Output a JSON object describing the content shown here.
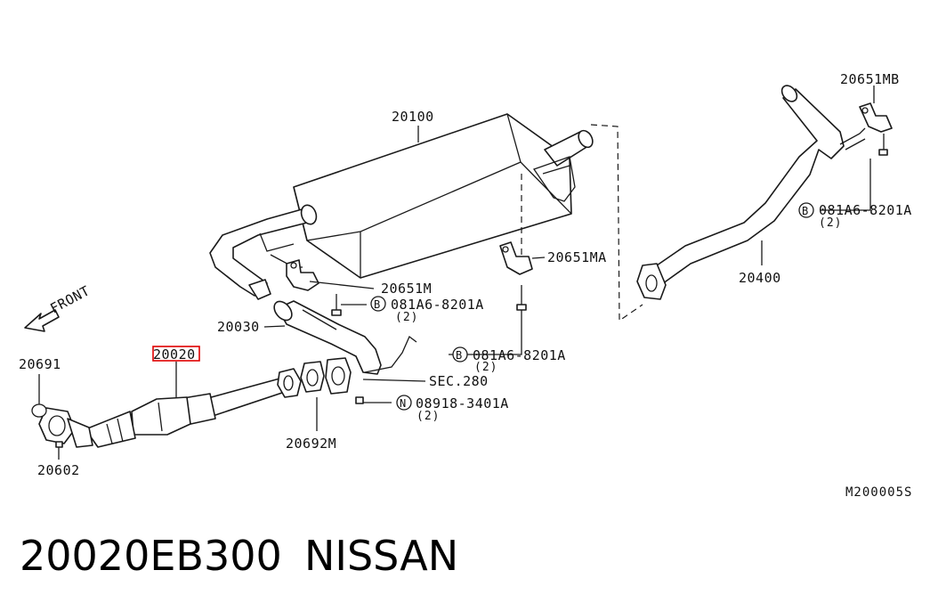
{
  "diagram": {
    "front_label": "FRONT",
    "code": "M200005S",
    "highlight_color": "#e00000",
    "parts": [
      {
        "label": "20100"
      },
      {
        "label": "20651MB"
      },
      {
        "label": "20651MA"
      },
      {
        "label": "20651M"
      },
      {
        "label": "20030"
      },
      {
        "label": "20020"
      },
      {
        "label": "20691"
      },
      {
        "label": "20602"
      },
      {
        "label": "20692M"
      },
      {
        "label": "20400"
      },
      {
        "label": "SEC.280"
      }
    ],
    "fasteners": [
      {
        "prefix": "B",
        "code": "081A6-8201A",
        "qty": "(2)"
      },
      {
        "prefix": "B",
        "code": "081A6-8201A",
        "qty": "(2)"
      },
      {
        "prefix": "B",
        "code": "081A6-8201A",
        "qty": "(2)"
      },
      {
        "prefix": "N",
        "code": "08918-3401A",
        "qty": "(2)"
      }
    ]
  },
  "footer": {
    "part_number": "20020EB300",
    "brand": "NISSAN"
  }
}
